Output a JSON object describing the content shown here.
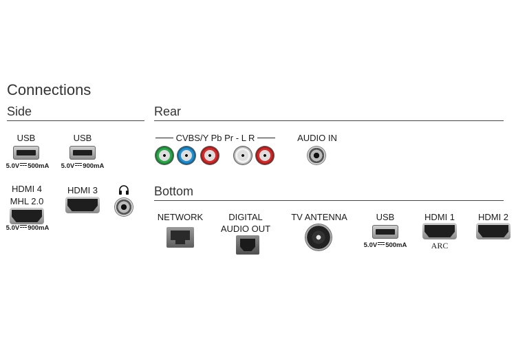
{
  "title": "Connections",
  "sections": {
    "side": "Side",
    "rear": "Rear",
    "bottom": "Bottom"
  },
  "side": {
    "usb1": {
      "label": "USB",
      "spec_a": "5.0V",
      "spec_b": "500mA"
    },
    "usb2": {
      "label": "USB",
      "spec_a": "5.0V",
      "spec_b": "900mA"
    },
    "hdmi4": {
      "label": "HDMI 4",
      "sublabel": "MHL 2.0",
      "spec_a": "5.0V",
      "spec_b": "900mA"
    },
    "hdmi3": {
      "label": "HDMI 3"
    },
    "headphone_icon": "headphones-icon"
  },
  "rear": {
    "group_label": "CVBS/Y Pb Pr - L R",
    "rca_colors": [
      "#2aa84a",
      "#1f8fd0",
      "#d42a2a",
      "#f2f2f2",
      "#d42a2a"
    ],
    "audio_in": "AUDIO IN"
  },
  "bottom": {
    "network": "NETWORK",
    "digital_audio_l1": "DIGITAL",
    "digital_audio_l2": "AUDIO OUT",
    "tv_antenna": "TV ANTENNA",
    "usb": {
      "label": "USB",
      "spec_a": "5.0V",
      "spec_b": "500mA"
    },
    "hdmi1": {
      "label": "HDMI 1",
      "sublabel": "ARC"
    },
    "hdmi2": {
      "label": "HDMI 2"
    }
  }
}
